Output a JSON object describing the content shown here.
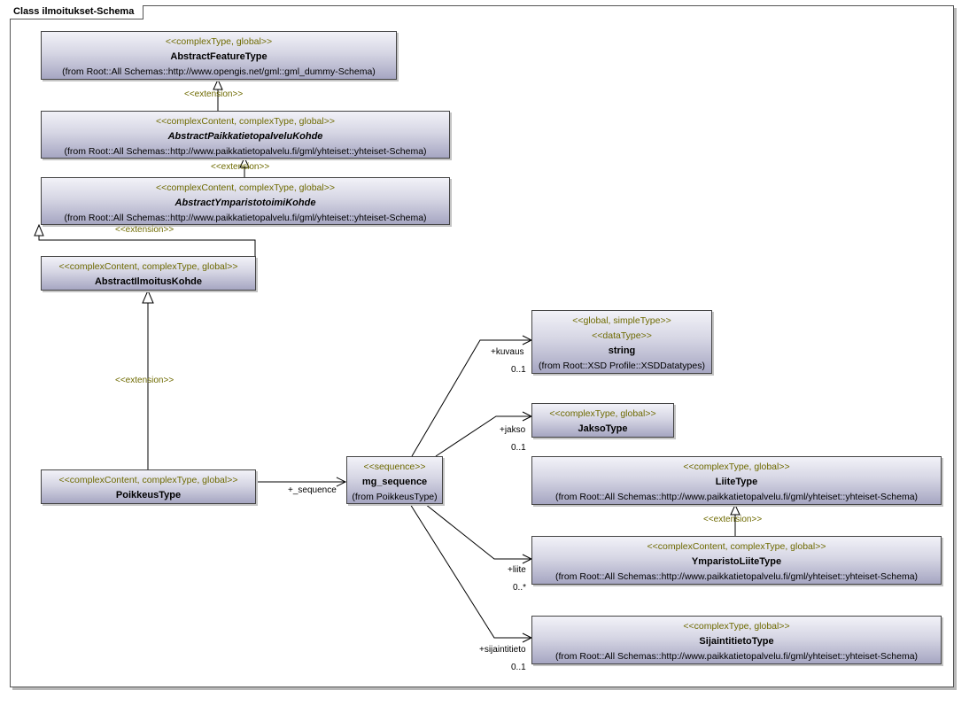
{
  "frame_title": "Class ilmoitukset-Schema",
  "classes": {
    "abstract_feature": {
      "stereotypes": [
        "<<complexType, global>>"
      ],
      "name": "AbstractFeatureType",
      "from": "(from Root::All Schemas::http://www.opengis.net/gml::gml_dummy-Schema)"
    },
    "abstract_paikkatieto": {
      "stereotypes": [
        "<<complexContent, complexType, global>>"
      ],
      "name": "AbstractPaikkatietopalveluKohde",
      "from": "(from Root::All Schemas::http://www.paikkatietopalvelu.fi/gml/yhteiset::yhteiset-Schema)"
    },
    "abstract_ymparisto": {
      "stereotypes": [
        "<<complexContent, complexType, global>>"
      ],
      "name": "AbstractYmparistotoimiKohde",
      "from": "(from Root::All Schemas::http://www.paikkatietopalvelu.fi/gml/yhteiset::yhteiset-Schema)"
    },
    "abstract_ilmoitus": {
      "stereotypes": [
        "<<complexContent, complexType, global>>"
      ],
      "name": "AbstractIlmoitusKohde"
    },
    "poikkeus": {
      "stereotypes": [
        "<<complexContent, complexType, global>>"
      ],
      "name": "PoikkeusType"
    },
    "mg_sequence": {
      "stereotypes": [
        "<<sequence>>"
      ],
      "name": "mg_sequence",
      "from": "(from PoikkeusType)"
    },
    "string": {
      "stereotypes": [
        "<<global, simpleType>>",
        "<<dataType>>"
      ],
      "name": "string",
      "from": "(from Root::XSD Profile::XSDDatatypes)"
    },
    "jakso": {
      "stereotypes": [
        "<<complexType, global>>"
      ],
      "name": "JaksoType"
    },
    "liite": {
      "stereotypes": [
        "<<complexType, global>>"
      ],
      "name": "LiiteType",
      "from": "(from Root::All Schemas::http://www.paikkatietopalvelu.fi/gml/yhteiset::yhteiset-Schema)"
    },
    "ymparisto_liite": {
      "stereotypes": [
        "<<complexContent, complexType, global>>"
      ],
      "name": "YmparistoLiiteType",
      "from": "(from Root::All Schemas::http://www.paikkatietopalvelu.fi/gml/yhteiset::yhteiset-Schema)"
    },
    "sijaintitieto": {
      "stereotypes": [
        "<<complexType, global>>"
      ],
      "name": "SijaintitietoType",
      "from": "(from Root::All Schemas::http://www.paikkatietopalvelu.fi/gml/yhteiset::yhteiset-Schema)"
    }
  },
  "extension_label": "<<extension>>",
  "associations": {
    "sequence_role": "+_sequence",
    "kuvaus": {
      "role": "+kuvaus",
      "mult": "0..1"
    },
    "jakso": {
      "role": "+jakso",
      "mult": "0..1"
    },
    "liite": {
      "role": "+liite",
      "mult": "0..*"
    },
    "sijaintitieto": {
      "role": "+sijaintitieto",
      "mult": "0..1"
    }
  },
  "colors": {
    "class_fill_top": "#f2f2f8",
    "class_fill_bottom": "#a6a6c2",
    "stereotype_text": "#6e6a00",
    "line": "#000000"
  }
}
